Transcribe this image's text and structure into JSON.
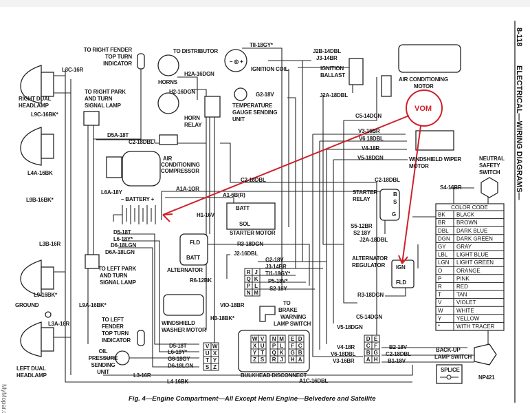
{
  "page_header": {
    "page_number": "8-118",
    "section_title": "ELECTRICAL—WIRING DIAGRAMS—"
  },
  "watermark": "MyMopar.com",
  "caption": "Fig. 4—Engine Compartment—All Except Hemi Engine—Belvedere and Satellite",
  "figure_code": "NP421",
  "annotation": {
    "label": "VOM",
    "color": "#d0202a"
  },
  "components": {
    "rf_top_turn": [
      "TO RIGHT FENDER",
      "TOP TURN",
      "INDICATOR"
    ],
    "to_distributor": "TO DISTRIBUTOR",
    "ignition_coil": "IGNITION COIL",
    "ignition_ballast": [
      "IGNITION",
      "BALLAST"
    ],
    "ac_motor": [
      "AIR CONDITIONING",
      "MOTOR"
    ],
    "horns": "HORNS",
    "horn_relay": [
      "HORN",
      "RELAY"
    ],
    "temp_gauge": [
      "TEMPERATURE",
      "GAUGE SENDING",
      "UNIT"
    ],
    "right_headlamp": [
      "RIGHT DUAL",
      "HEADLAMP"
    ],
    "right_park": [
      "TO RIGHT PARK",
      "AND TURN",
      "SIGNAL LAMP"
    ],
    "ac_compressor": [
      "AIR",
      "CONDITIONING",
      "COMPRESSOR"
    ],
    "wiper_motor": [
      "WINDSHIELD WIPER",
      "MOTOR"
    ],
    "neutral_switch": [
      "NEUTRAL",
      "SAFETY",
      "SWITCH"
    ],
    "battery": "– BATTERY +",
    "starter_relay": [
      "STARTER",
      "RELAY"
    ],
    "starter_relay_terms": [
      "B",
      "S",
      "G"
    ],
    "starter_motor": "STARTER MOTOR",
    "starter_batt": "BATT",
    "starter_sol": "SOL",
    "alternator": "ALTERNATOR",
    "alt_fld": "FLD",
    "alt_batt": "BATT",
    "regulator": [
      "ALTERNATOR",
      "REGULATOR"
    ],
    "reg_ign": "IGN",
    "reg_fld": "FLD",
    "left_park": [
      "TO LEFT PARK",
      "AND TURN",
      "SIGNAL LAMP"
    ],
    "ground": "GROUND",
    "brake_switch": [
      "TO",
      "BRAKE",
      "WARNING",
      "LAMP SWITCH"
    ],
    "washer_motor": [
      "WINDSHIELD",
      "WASHER MOTOR"
    ],
    "lf_top_turn": [
      "TO LEFT",
      "FENDER",
      "TOP TURN",
      "INDICATOR"
    ],
    "oil_sender": [
      "OIL",
      "PRESSURE",
      "SENDING",
      "UNIT"
    ],
    "left_headlamp": [
      "LEFT DUAL",
      "HEADLAMP"
    ],
    "bulkhead": "BULKHEAD DISCONNECT",
    "backup_switch": [
      "BACK-UP",
      "LAMP SWITCH"
    ],
    "splice": "SPLICE"
  },
  "wires": {
    "t11_top": "TII-18GY*",
    "j2b": "J2B-14DBL",
    "j3_top": "J3-14BR",
    "h2a": "H2A-16DGN",
    "h2": "H2-16DGN",
    "g2_top": "G2-18V",
    "j2a_top": "J2A-18DBL",
    "l3c": "L3C-16R",
    "l9c": "L9C-16BK*",
    "d5a": "D5A-18T",
    "c2_left": "C2-18DBL",
    "c5_top": "C5-14DGN",
    "v3_top": "V3-16BR",
    "v6_top": "V6 18DBL",
    "v4_top": "V4-18R",
    "v5_top": "V5-18DGN",
    "l4a": "L4A-16BK",
    "c2_mid": "C2-18DBL",
    "c2_right": "C2-18DBL",
    "a1a": "A1A-1OR",
    "l6a": "L6A-18Y",
    "a1": "A1-6B(R)",
    "l9b": "L9B-16BK*",
    "s4": "S4-16BR",
    "h1": "H1-16V",
    "d5_mid": "D5-18T",
    "l6_mid": "L6-18Y*",
    "d6_mid": "D6-18LGN",
    "d6a": "D6A-18LGN",
    "l3b": "L3B-16R",
    "r3_mid": "R3-18DGN",
    "j2": "J2-16DBL",
    "s5": "S5-12BR",
    "s2_top": "S2 18Y",
    "j2a_mid": "J2A-18DBL",
    "g2_mid": "G2-18V",
    "j3_mid": "J3-14BR",
    "t11_mid": "TI1-18GY*",
    "p5": "P5-18V*",
    "s2_mid": "S2-18Y",
    "r6": "R6-12BK",
    "l9": "L9-16BK*",
    "l9a": "L9A-16BK*",
    "r3_low": "R3-18DGN",
    "v10": "VIO-18BR",
    "h3": "H3-18BK*",
    "c5_low": "C5-14DGN",
    "v5_low": "V5-18DGN",
    "l3a": "L3A-16R",
    "d5_low": "D5-18T",
    "l6_low": "L6-18Y*",
    "g6": "G6-18GY",
    "d6_low": "D6-18LGN",
    "v4_low": "V4-18R",
    "v6_low": "V6-18DBL",
    "v3_low": "V3-16BR",
    "b2": "B2-18V",
    "c2_low": "C2-18DBL",
    "b1": "B1-18V",
    "a1c": "A1C-16DBL",
    "l3": "L3-16R",
    "l4": "L4-16BK"
  },
  "connectors": {
    "front_left": [
      [
        "V",
        "W"
      ],
      [
        "U",
        "X"
      ],
      [
        "T",
        "Y"
      ],
      [
        "S",
        "Z"
      ]
    ],
    "rjq": [
      [
        "R",
        "J"
      ],
      [
        "Q",
        "K"
      ],
      [
        "P",
        "L"
      ],
      [
        "N",
        "M"
      ]
    ],
    "bulkhead_a": [
      [
        "W",
        "V"
      ],
      [
        "X",
        "U"
      ],
      [
        "Y",
        "T"
      ],
      [
        "Z",
        "S"
      ]
    ],
    "bulkhead_b": [
      [
        "N",
        "M"
      ],
      [
        "P",
        "L"
      ],
      [
        "Q",
        "K"
      ],
      [
        "R",
        "J"
      ]
    ],
    "bulkhead_c": [
      [
        "E",
        "D"
      ],
      [
        "F",
        "C"
      ],
      [
        "G",
        "B"
      ],
      [
        "H",
        "A"
      ]
    ],
    "rear_right": [
      [
        "D",
        "E"
      ],
      [
        "C",
        "F"
      ],
      [
        "B",
        "G"
      ],
      [
        "A",
        "H"
      ]
    ]
  },
  "color_code": {
    "title": "COLOR CODE",
    "rows": [
      [
        "BK",
        "BLACK"
      ],
      [
        "BR",
        "BROWN"
      ],
      [
        "DBL",
        "DARK BLUE"
      ],
      [
        "DGN",
        "DARK GREEN"
      ],
      [
        "GY",
        "GRAY"
      ],
      [
        "LBL",
        "LIGHT BLUE"
      ],
      [
        "LGN",
        "LIGHT GREEN"
      ],
      [
        "O",
        "ORANGE"
      ],
      [
        "P",
        "PINK"
      ],
      [
        "R",
        "RED"
      ],
      [
        "T",
        "TAN"
      ],
      [
        "V",
        "VIOLET"
      ],
      [
        "W",
        "WHITE"
      ],
      [
        "Y",
        "YELLOW"
      ],
      [
        "*",
        "WITH TRACER"
      ]
    ]
  }
}
